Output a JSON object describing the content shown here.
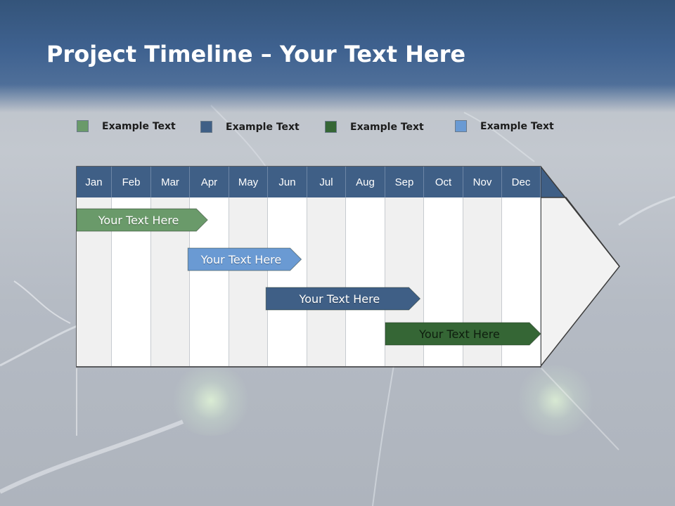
{
  "slide": {
    "title_bold": "Project Timeline",
    "title_rest": " – Your Text Here"
  },
  "legend": [
    {
      "label": "Example Text",
      "color": "#6a9a6a"
    },
    {
      "label": "Example Text",
      "color": "#3f5f86"
    },
    {
      "label": "Example Text",
      "color": "#356635"
    },
    {
      "label": "Example Text",
      "color": "#6a9ad3"
    }
  ],
  "timeline": {
    "months": [
      "Jan",
      "Feb",
      "Mar",
      "Apr",
      "May",
      "Jun",
      "Jul",
      "Aug",
      "Sep",
      "Oct",
      "Nov",
      "Dec"
    ],
    "header_color": "#3f5f86",
    "bars": [
      {
        "label": "Your  Text Here",
        "start_month": 1,
        "end_month": 4.45,
        "color": "#6a9a6a"
      },
      {
        "label": "Your  Text Here",
        "start_month": 3.95,
        "end_month": 6.85,
        "color": "#6a9ad3"
      },
      {
        "label": "Your  Text Here",
        "start_month": 5.95,
        "end_month": 9.9,
        "color": "#3f5f86"
      },
      {
        "label": "Your  Text Here",
        "start_month": 9.0,
        "end_month": 12.0,
        "color": "#356635"
      }
    ]
  }
}
